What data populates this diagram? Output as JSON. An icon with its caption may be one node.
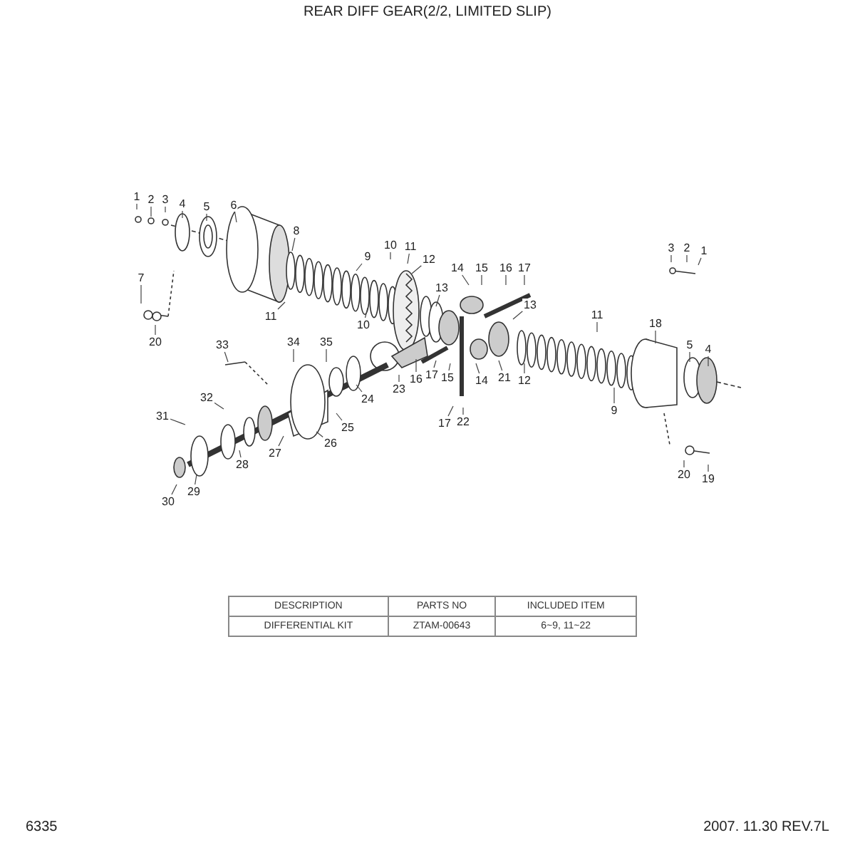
{
  "diagram": {
    "title": "REAR DIFF GEAR(2/2, LIMITED SLIP)",
    "nodes": [
      {
        "text": [
          "1"
        ]
      },
      {
        "text": [
          "2"
        ]
      },
      {
        "text": [
          "3"
        ]
      },
      {
        "text": [
          "4"
        ]
      },
      {
        "text": [
          "5"
        ]
      },
      {
        "text": [
          "6"
        ]
      },
      {
        "text": [
          "8"
        ]
      },
      {
        "text": [
          "9"
        ]
      },
      {
        "text": [
          "10"
        ]
      },
      {
        "text": [
          "11"
        ]
      },
      {
        "text": [
          "12"
        ]
      },
      {
        "text": [
          "13"
        ]
      },
      {
        "text": [
          "14"
        ]
      },
      {
        "text": [
          "15"
        ]
      },
      {
        "text": [
          "16"
        ]
      },
      {
        "text": [
          "17"
        ]
      },
      {
        "text": [
          "7"
        ]
      },
      {
        "text": [
          "20"
        ]
      },
      {
        "text": [
          "11"
        ]
      },
      {
        "text": [
          "10"
        ]
      },
      {
        "text": [
          "33"
        ]
      },
      {
        "text": [
          "34"
        ]
      },
      {
        "text": [
          "35"
        ]
      },
      {
        "text": [
          "3"
        ]
      },
      {
        "text": [
          "2"
        ]
      },
      {
        "text": [
          "1"
        ]
      },
      {
        "text": [
          "11"
        ]
      },
      {
        "text": [
          "13"
        ]
      },
      {
        "text": [
          "18"
        ]
      },
      {
        "text": [
          "5"
        ]
      },
      {
        "text": [
          "4"
        ]
      },
      {
        "text": [
          "32"
        ]
      },
      {
        "text": [
          "31"
        ]
      },
      {
        "text": [
          "16"
        ]
      },
      {
        "text": [
          "17"
        ]
      },
      {
        "text": [
          "15"
        ]
      },
      {
        "text": [
          "14"
        ]
      },
      {
        "text": [
          "21"
        ]
      },
      {
        "text": [
          "12"
        ]
      },
      {
        "text": [
          "23"
        ]
      },
      {
        "text": [
          "24"
        ]
      },
      {
        "text": [
          "25"
        ]
      },
      {
        "text": [
          "26"
        ]
      },
      {
        "text": [
          "27"
        ]
      },
      {
        "text": [
          "28"
        ]
      },
      {
        "text": [
          "9"
        ]
      },
      {
        "text": [
          "29"
        ]
      },
      {
        "text": [
          "30"
        ]
      },
      {
        "text": [
          "17"
        ]
      },
      {
        "text": [
          "22"
        ]
      },
      {
        "text": [
          "20"
        ]
      },
      {
        "text": [
          "19"
        ]
      }
    ],
    "edges": [
      {
        "from": 0,
        "to": null,
        "arrow": "none"
      },
      {
        "from": 1,
        "to": null,
        "arrow": "none"
      },
      {
        "from": 2,
        "to": null,
        "arrow": "none"
      },
      {
        "from": 3,
        "to": null,
        "arrow": "none"
      },
      {
        "from": 4,
        "to": null,
        "arrow": "none"
      },
      {
        "from": 5,
        "to": null,
        "arrow": "none"
      },
      {
        "from": 6,
        "to": null,
        "arrow": "none"
      },
      {
        "from": 7,
        "to": null,
        "arrow": "none"
      },
      {
        "from": 8,
        "to": null,
        "arrow": "none"
      },
      {
        "from": 9,
        "to": null,
        "arrow": "none"
      },
      {
        "from": 10,
        "to": null,
        "arrow": "none"
      },
      {
        "from": 11,
        "to": null,
        "arrow": "none"
      },
      {
        "from": 12,
        "to": null,
        "arrow": "none"
      },
      {
        "from": 13,
        "to": null,
        "arrow": "none"
      },
      {
        "from": 14,
        "to": null,
        "arrow": "none"
      },
      {
        "from": 15,
        "to": null,
        "arrow": "none"
      },
      {
        "from": 16,
        "to": null,
        "arrow": "none"
      },
      {
        "from": 17,
        "to": null,
        "arrow": "none"
      },
      {
        "from": 18,
        "to": null,
        "arrow": "none"
      },
      {
        "from": 19,
        "to": null,
        "arrow": "none"
      },
      {
        "from": 20,
        "to": null,
        "arrow": "none"
      },
      {
        "from": 21,
        "to": null,
        "arrow": "none"
      },
      {
        "from": 22,
        "to": null,
        "arrow": "none"
      },
      {
        "from": 23,
        "to": null,
        "arrow": "none"
      },
      {
        "from": 24,
        "to": null,
        "arrow": "none"
      },
      {
        "from": 25,
        "to": null,
        "arrow": "none"
      },
      {
        "from": 26,
        "to": null,
        "arrow": "none"
      },
      {
        "from": 27,
        "to": null,
        "arrow": "none"
      },
      {
        "from": 28,
        "to": null,
        "arrow": "none"
      },
      {
        "from": 29,
        "to": null,
        "arrow": "none"
      },
      {
        "from": 30,
        "to": null,
        "arrow": "none"
      },
      {
        "from": 31,
        "to": null,
        "arrow": "none"
      },
      {
        "from": 32,
        "to": null,
        "arrow": "none"
      },
      {
        "from": 33,
        "to": null,
        "arrow": "none"
      },
      {
        "from": 34,
        "to": null,
        "arrow": "none"
      },
      {
        "from": 35,
        "to": null,
        "arrow": "none"
      },
      {
        "from": 36,
        "to": null,
        "arrow": "none"
      },
      {
        "from": 37,
        "to": null,
        "arrow": "none"
      },
      {
        "from": 38,
        "to": null,
        "arrow": "none"
      },
      {
        "from": 39,
        "to": null,
        "arrow": "none"
      },
      {
        "from": 40,
        "to": null,
        "arrow": "none"
      },
      {
        "from": 41,
        "to": null,
        "arrow": "none"
      },
      {
        "from": 42,
        "to": null,
        "arrow": "none"
      },
      {
        "from": 43,
        "to": null,
        "arrow": "none"
      },
      {
        "from": 44,
        "to": null,
        "arrow": "none"
      },
      {
        "from": 45,
        "to": null,
        "arrow": "none"
      },
      {
        "from": 46,
        "to": null,
        "arrow": "none"
      },
      {
        "from": 47,
        "to": null,
        "arrow": "none"
      },
      {
        "from": 48,
        "to": null,
        "arrow": "none"
      },
      {
        "from": 49,
        "to": null,
        "arrow": "none"
      },
      {
        "from": 50,
        "to": null,
        "arrow": "none"
      },
      {
        "from": 51,
        "to": null,
        "arrow": "none"
      }
    ],
    "labels": [
      "DESCRIPTION",
      "PARTS NO",
      "INCLUDED ITEM",
      "DIFFERENTIAL KIT",
      "ZTAM-00643",
      "6~9, 11~22",
      "6335",
      "2007. 11.30  REV.7L"
    ]
  }
}
